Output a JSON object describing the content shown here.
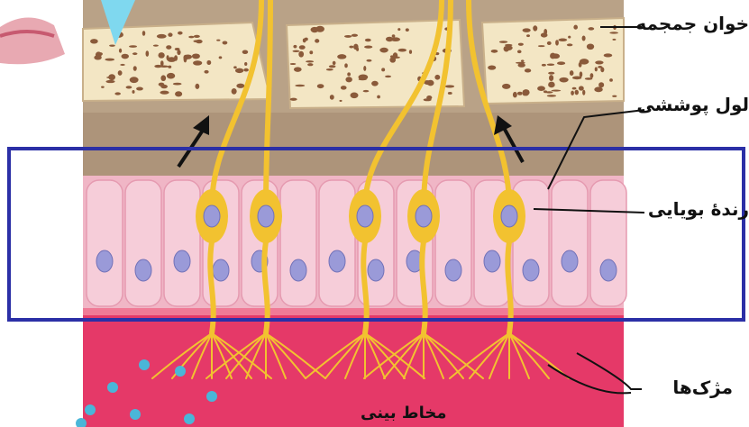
{
  "labels": {
    "skull_bone": "خوان جمجمه",
    "epithelial_cell": "لول پوششی",
    "olfactory_receptor": "رندهٔ بویایی",
    "cilia": "مژک‌ها",
    "nasal_mucus": "مخاط بینی"
  },
  "colors": {
    "bone": "#f3e6c4",
    "bone_spots": "#8a5a3a",
    "brown_layer": "#b19a80",
    "epithelium": "#f4c4d2",
    "nucleus": "#9a9ad8",
    "neuron": "#f2c230",
    "mucus": "#e53968",
    "highlight_box": "#2b2fa6",
    "odor_particles": "#4ab6d8"
  },
  "icons": [
    "arrow-up-left-icon",
    "arrow-up-right-icon"
  ]
}
